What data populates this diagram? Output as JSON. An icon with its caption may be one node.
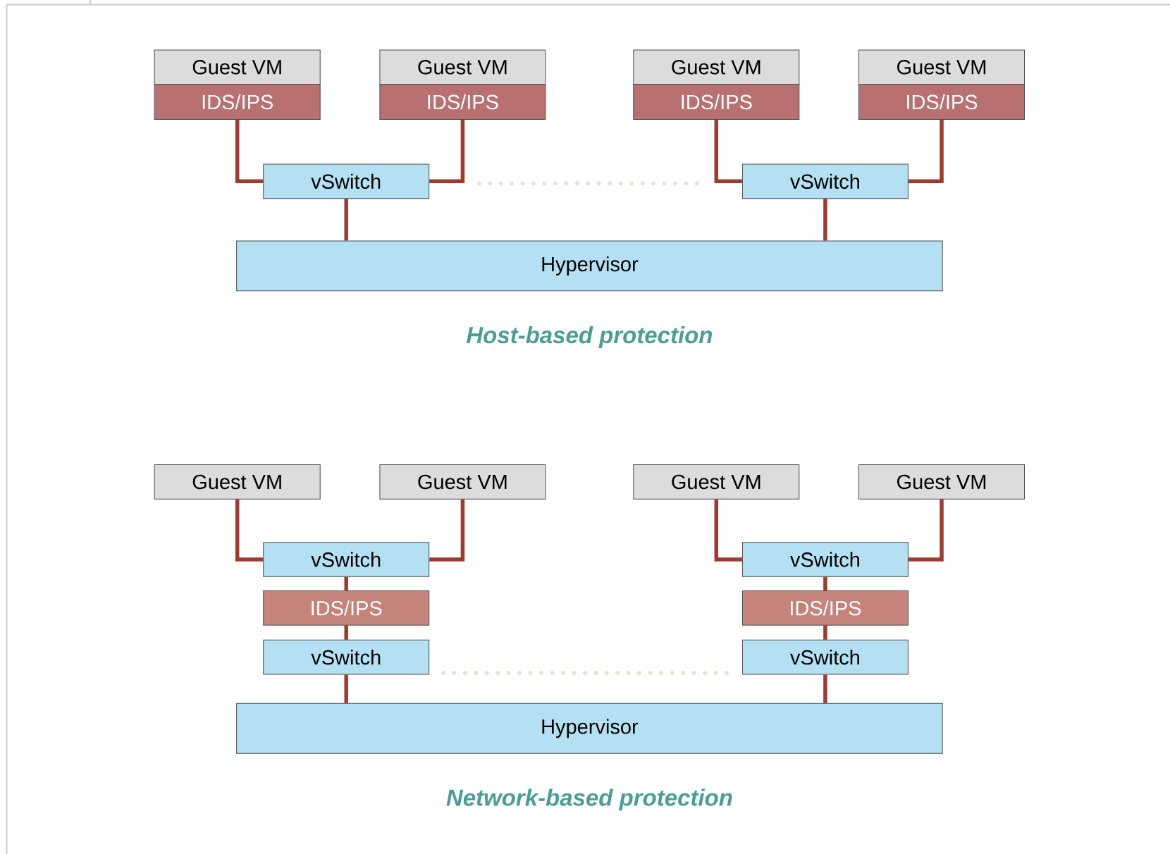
{
  "diagram": {
    "nodes": [
      {
        "text": [
          "Guest VM"
        ]
      },
      {
        "text": [
          "IDS/IPS"
        ]
      },
      {
        "text": [
          "Guest VM"
        ]
      },
      {
        "text": [
          "IDS/IPS"
        ]
      },
      {
        "text": [
          "Guest VM"
        ]
      },
      {
        "text": [
          "IDS/IPS"
        ]
      },
      {
        "text": [
          "Guest VM"
        ]
      },
      {
        "text": [
          "IDS/IPS"
        ]
      },
      {
        "text": [
          "vSwitch"
        ]
      },
      {
        "text": [
          "vSwitch"
        ]
      },
      {
        "text": [
          "Hypervisor"
        ]
      },
      {
        "text": [
          "Guest VM"
        ]
      },
      {
        "text": [
          "Guest VM"
        ]
      },
      {
        "text": [
          "Guest VM"
        ]
      },
      {
        "text": [
          "Guest VM"
        ]
      },
      {
        "text": [
          "vSwitch"
        ]
      },
      {
        "text": [
          "IDS/IPS"
        ]
      },
      {
        "text": [
          "vSwitch"
        ]
      },
      {
        "text": [
          "vSwitch"
        ]
      },
      {
        "text": [
          "IDS/IPS"
        ]
      },
      {
        "text": [
          "vSwitch"
        ]
      },
      {
        "text": [
          "Hypervisor"
        ]
      }
    ],
    "edges": [
      {
        "from": 1,
        "to": 8,
        "arrow": "none"
      },
      {
        "from": 3,
        "to": 8,
        "arrow": "none"
      },
      {
        "from": 5,
        "to": 9,
        "arrow": "none"
      },
      {
        "from": 7,
        "to": 9,
        "arrow": "none"
      },
      {
        "from": 8,
        "to": 10,
        "arrow": "none"
      },
      {
        "from": 9,
        "to": 10,
        "arrow": "none"
      },
      {
        "from": 11,
        "to": 15,
        "arrow": "none"
      },
      {
        "from": 12,
        "to": 15,
        "arrow": "none"
      },
      {
        "from": 15,
        "to": 16,
        "arrow": "none"
      },
      {
        "from": 16,
        "to": 17,
        "arrow": "none"
      },
      {
        "from": 17,
        "to": 21,
        "arrow": "none"
      },
      {
        "from": 13,
        "to": 18,
        "arrow": "none"
      },
      {
        "from": 14,
        "to": 18,
        "arrow": "none"
      },
      {
        "from": 18,
        "to": 19,
        "arrow": "none"
      },
      {
        "from": 19,
        "to": 20,
        "arrow": "none"
      },
      {
        "from": 20,
        "to": 21,
        "arrow": "none"
      }
    ],
    "labels": [
      "Host-based protection",
      "Network-based protection"
    ]
  }
}
